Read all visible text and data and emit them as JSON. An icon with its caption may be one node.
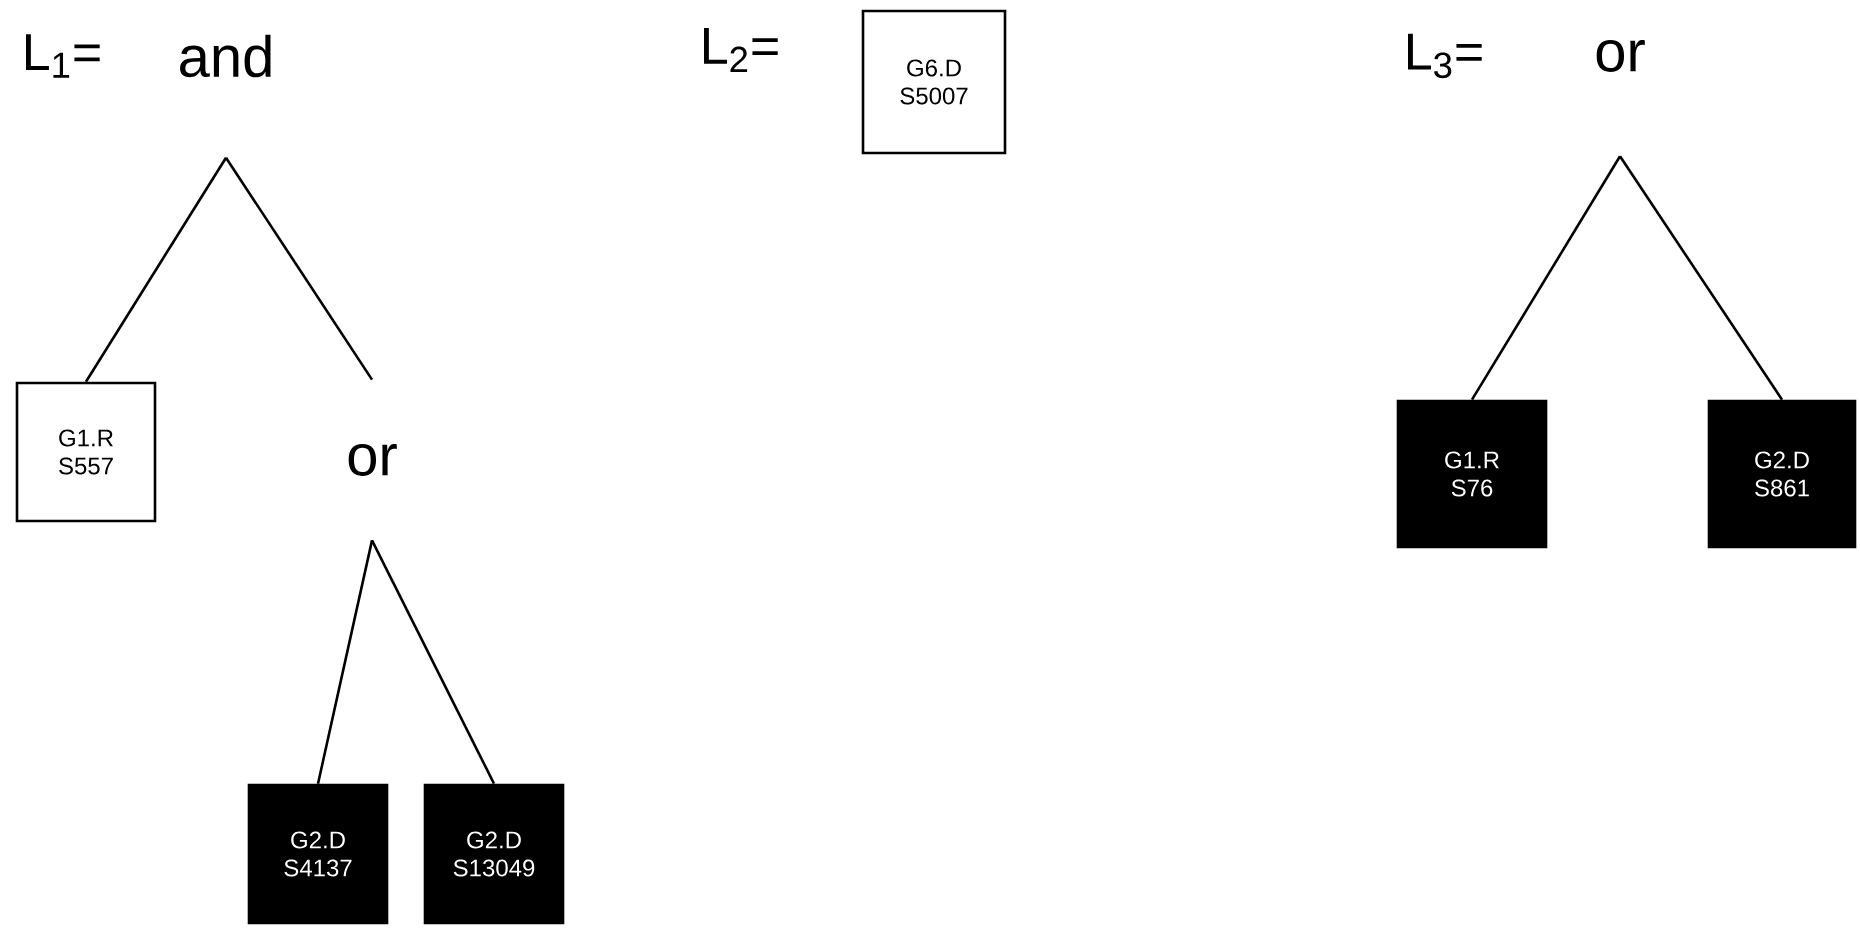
{
  "diagram": {
    "nodes": [
      {
        "text": [
          "and"
        ]
      },
      {
        "text": [
          "G1.R S557"
        ]
      },
      {
        "text": [
          "or"
        ]
      },
      {
        "text": [
          "G2.D S4137"
        ]
      },
      {
        "text": [
          "G2.D S13049"
        ]
      },
      {
        "text": [
          "G6.D S5007"
        ]
      },
      {
        "text": [
          "or"
        ]
      },
      {
        "text": [
          "G1.R S76"
        ]
      },
      {
        "text": [
          "G2.D S861"
        ]
      }
    ],
    "edges": [
      {
        "from": 0,
        "to": 1,
        "arrow": "none"
      },
      {
        "from": 0,
        "to": 2,
        "arrow": "none"
      },
      {
        "from": 2,
        "to": 3,
        "arrow": "none"
      },
      {
        "from": 2,
        "to": 4,
        "arrow": "none"
      },
      {
        "from": 6,
        "to": 7,
        "arrow": "none"
      },
      {
        "from": 6,
        "to": 8,
        "arrow": "none"
      }
    ],
    "labels": [
      "L$_{1}$=",
      "L$_{2}$=",
      "L$_{3}$="
    ]
  }
}
